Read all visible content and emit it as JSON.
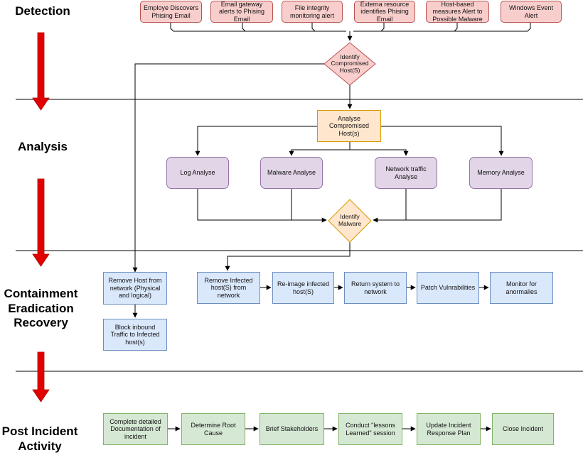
{
  "phases": {
    "detection": "Detection",
    "analysis": "Analysis",
    "containment_line1": "Containment",
    "containment_line2": "Eradication",
    "containment_line3": "Recovery",
    "post_line1": "Post Incident",
    "post_line2": "Activity"
  },
  "detection": {
    "sources": [
      "Employe Discovers Phising Email",
      "Email gateway alerts to Phising Email",
      "File integrity monitoring alert",
      "Externa resource identifies Phising Email",
      "Host-based measures Alert to Possible Malware",
      "Windows Event Alert"
    ],
    "decision": "Identify Compromised Host(S)"
  },
  "analysis": {
    "main": "Analyse Compromised Host(s)",
    "subs": [
      "Log Analyse",
      "Malware Analyse",
      "Network traffic Analyse",
      "Memory Analyse"
    ],
    "decision": "Identify Malware"
  },
  "containment": {
    "left": [
      "Remove Host from network (Physical and logical)",
      "Block inbound Traffic to Infected host(s)"
    ],
    "steps": [
      "Remove Infected host(S) from network",
      "Re-image infected host(S)",
      "Return system to network",
      "Patch Vulnrabilities",
      "Monitor for anormalies"
    ]
  },
  "post": {
    "steps": [
      "Complete detailed Documentation of incident",
      "Determine Root Cause",
      "Brief Stakeholders",
      "Conduct \"lessons Learned\" session",
      "Update Incident Response Plan",
      "Close Incident"
    ]
  },
  "colors": {
    "detection_fill": "#f8cecc",
    "analysis_fill": "#e1d5e7",
    "analyse_main_fill": "#ffe6cc",
    "containment_fill": "#dae8fc",
    "post_fill": "#d5e8d4",
    "arrow_red": "#e00000"
  }
}
